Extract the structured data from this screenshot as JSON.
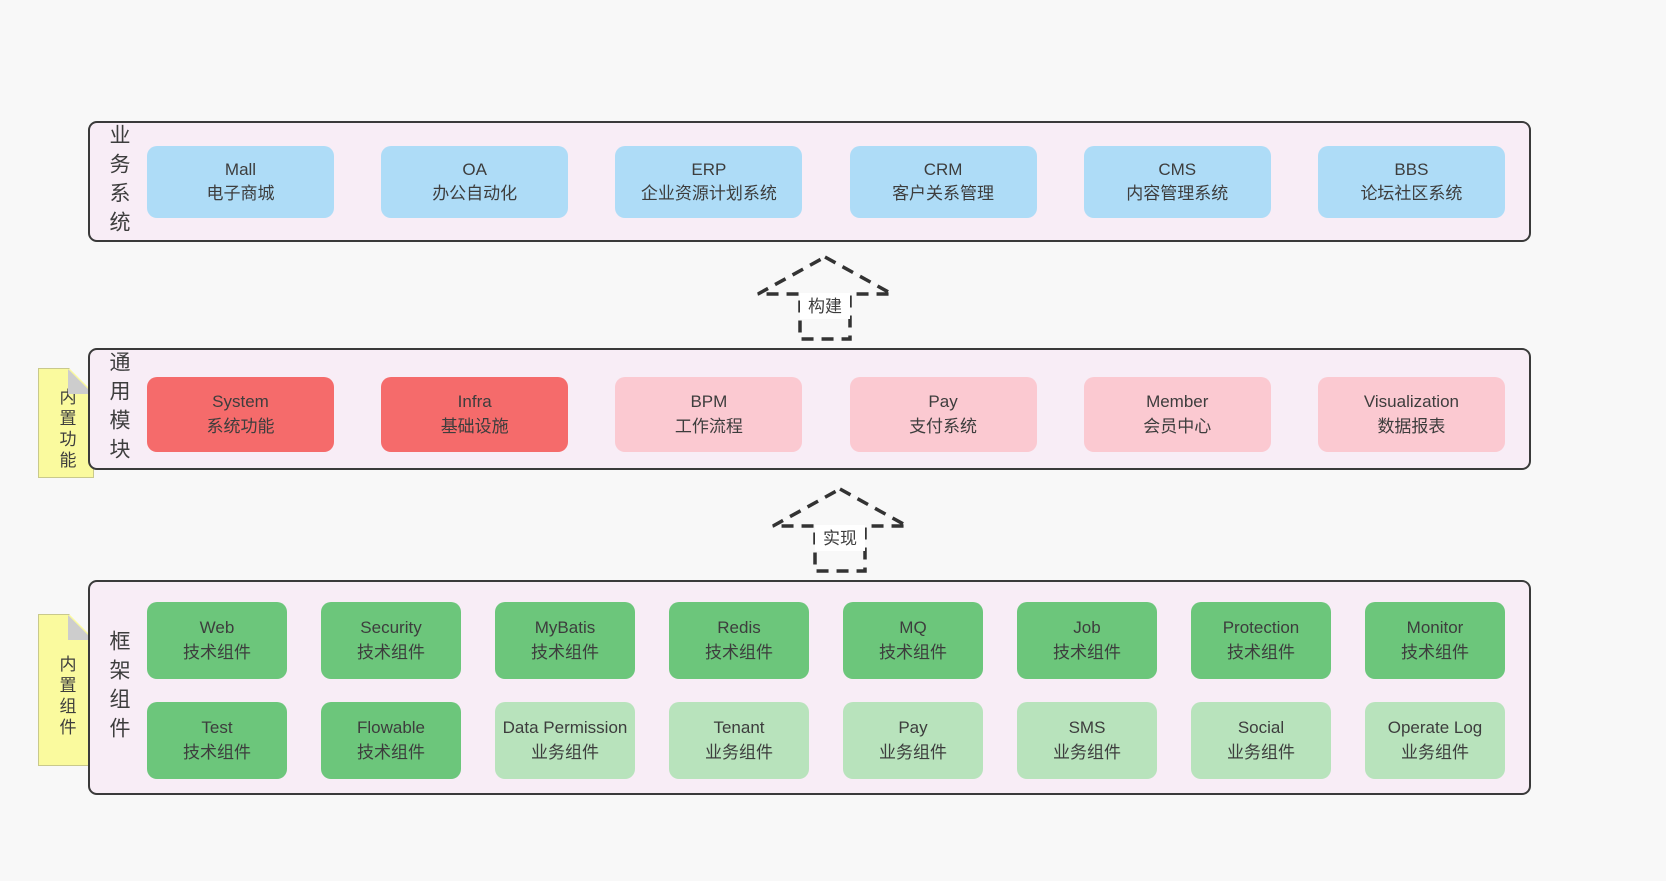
{
  "colors": {
    "page_bg": "#f8f8f8",
    "layer_bg": "#f8edf6",
    "layer_border": "#3a3a3a",
    "blue": "#aedcf7",
    "red": "#f56b6b",
    "pink": "#fbc9d1",
    "green_dark": "#6cc67b",
    "green_light": "#b8e3bc",
    "tag_yellow": "#fafa9e",
    "text": "#3d3d3d"
  },
  "layers": {
    "business": {
      "label": "业务系统",
      "boxes": [
        {
          "title": "Mall",
          "subtitle": "电子商城"
        },
        {
          "title": "OA",
          "subtitle": "办公自动化"
        },
        {
          "title": "ERP",
          "subtitle": "企业资源计划系统"
        },
        {
          "title": "CRM",
          "subtitle": "客户关系管理"
        },
        {
          "title": "CMS",
          "subtitle": "内容管理系统"
        },
        {
          "title": "BBS",
          "subtitle": "论坛社区系统"
        }
      ]
    },
    "modules": {
      "label": "通用模块",
      "tag": "内置功能",
      "boxes": [
        {
          "title": "System",
          "subtitle": "系统功能"
        },
        {
          "title": "Infra",
          "subtitle": "基础设施"
        },
        {
          "title": "BPM",
          "subtitle": "工作流程"
        },
        {
          "title": "Pay",
          "subtitle": "支付系统"
        },
        {
          "title": "Member",
          "subtitle": "会员中心"
        },
        {
          "title": "Visualization",
          "subtitle": "数据报表"
        }
      ]
    },
    "components": {
      "label": "框架组件",
      "tag": "内置组件",
      "row1": [
        {
          "title": "Web",
          "subtitle": "技术组件"
        },
        {
          "title": "Security",
          "subtitle": "技术组件"
        },
        {
          "title": "MyBatis",
          "subtitle": "技术组件"
        },
        {
          "title": "Redis",
          "subtitle": "技术组件"
        },
        {
          "title": "MQ",
          "subtitle": "技术组件"
        },
        {
          "title": "Job",
          "subtitle": "技术组件"
        },
        {
          "title": "Protection",
          "subtitle": "技术组件"
        },
        {
          "title": "Monitor",
          "subtitle": "技术组件"
        }
      ],
      "row2": [
        {
          "title": "Test",
          "subtitle": "技术组件"
        },
        {
          "title": "Flowable",
          "subtitle": "技术组件"
        },
        {
          "title": "Data Permission",
          "subtitle": "业务组件"
        },
        {
          "title": "Tenant",
          "subtitle": "业务组件"
        },
        {
          "title": "Pay",
          "subtitle": "业务组件"
        },
        {
          "title": "SMS",
          "subtitle": "业务组件"
        },
        {
          "title": "Social",
          "subtitle": "业务组件"
        },
        {
          "title": "Operate Log",
          "subtitle": "业务组件"
        }
      ]
    }
  },
  "arrows": {
    "build": "构建",
    "implement": "实现"
  }
}
